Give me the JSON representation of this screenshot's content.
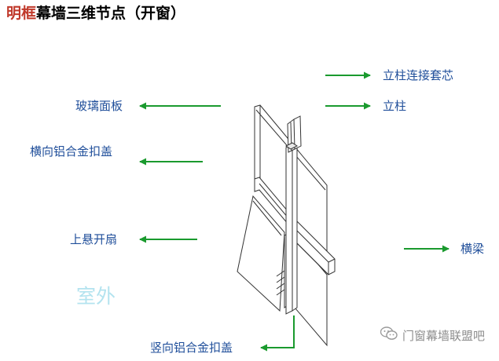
{
  "title": {
    "highlight": "明框",
    "rest": "幕墙三维节点（开窗）"
  },
  "labels": {
    "mullion_sleeve": "立柱连接套芯",
    "mullion": "立柱",
    "glass_panel": "玻璃面板",
    "horizontal_cap": "横向铝合金扣盖",
    "top_hung_sash": "上悬开扇",
    "transom": "横梁",
    "vertical_cap": "竖向铝合金扣盖"
  },
  "outside_label": "室外",
  "watermark": {
    "icon": "wechat-icon",
    "text": "门窗幕墙联盟吧"
  },
  "colors": {
    "arrow": "#1a9a2e",
    "label": "#1f4e9a",
    "highlight": "#c0392b"
  }
}
